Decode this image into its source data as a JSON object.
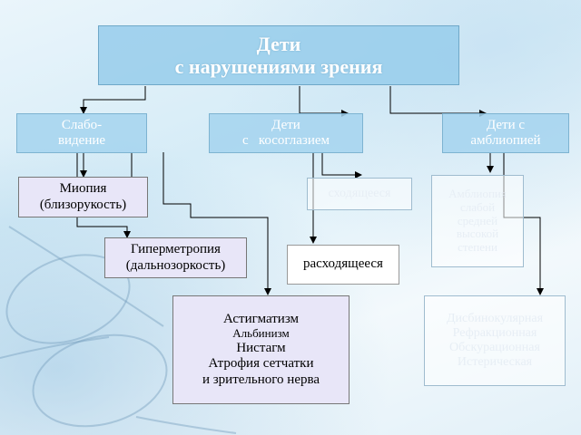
{
  "title": {
    "line1": "Дети",
    "line2": "с нарушениями зрения"
  },
  "categories": [
    {
      "line1": "Слабо-",
      "line2": "видение"
    },
    {
      "line1": "Дети",
      "line2": "с   косоглазием"
    },
    {
      "line1": "Дети с",
      "line2": "амблиопией"
    }
  ],
  "lowvision": {
    "myopia": {
      "line1": "Миопия",
      "line2": "(близорукость)"
    },
    "hypermetropia": {
      "line1": "Гиперметропия",
      "line2": "(дальнозоркость)"
    },
    "other": [
      "Астигматизм",
      "Альбинизм",
      "Нистагм",
      "Атрофия сетчатки",
      "и зрительного нерва"
    ]
  },
  "strabismus": {
    "convergent": "сходящееся",
    "divergent": "расходящееся"
  },
  "amblyopia": {
    "degrees": [
      "Амблиопия",
      "слабой",
      "средней",
      "высокой",
      "степени"
    ],
    "types": [
      "Дисбинокулярная",
      "Рефракционная",
      "Обскурационная",
      "Истерическая"
    ]
  }
}
